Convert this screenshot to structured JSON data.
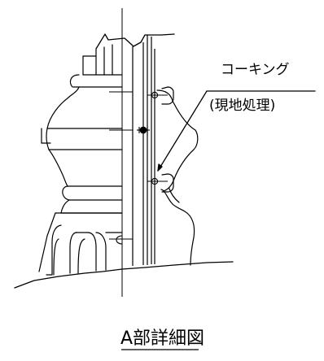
{
  "drawing": {
    "callout_label": "コーキング",
    "callout_note": "(現地処理)",
    "caption": "A部詳細図"
  },
  "colors": {
    "line": "#000000",
    "background": "#ffffff"
  }
}
